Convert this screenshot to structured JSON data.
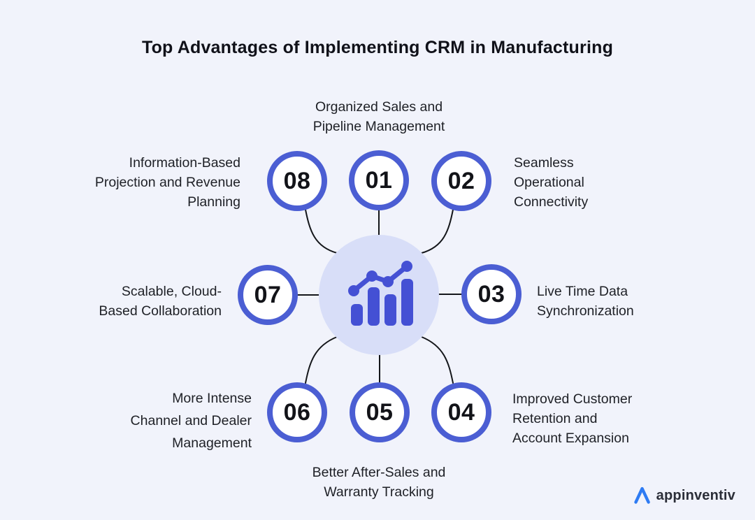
{
  "title": "Top Advantages of Implementing CRM in Manufacturing",
  "items": [
    {
      "number": "01",
      "label": "Organized Sales and\nPipeline Management"
    },
    {
      "number": "02",
      "label": "Seamless\nOperational\nConnectivity"
    },
    {
      "number": "03",
      "label": "Live Time Data\nSynchronization"
    },
    {
      "number": "04",
      "label": "Improved Customer\nRetention and\nAccount Expansion"
    },
    {
      "number": "05",
      "label": "Better After-Sales and\nWarranty Tracking"
    },
    {
      "number": "06",
      "label": "More Intense\nChannel and Dealer\nManagement"
    },
    {
      "number": "07",
      "label": "Scalable, Cloud-\nBased Collaboration"
    },
    {
      "number": "08",
      "label": "Information-Based\nProjection and Revenue\nPlanning"
    }
  ],
  "center_icon": "bar-chart-trend-icon",
  "logo": {
    "text": "appinventiv"
  },
  "colors": {
    "background": "#f1f3fb",
    "circle_border": "#4b5ed3",
    "circle_fill": "#ffffff",
    "center_circle_fill": "#d8def8",
    "icon_blue": "#4450d4",
    "connector": "#14161a",
    "title_text": "#101119",
    "label_text": "#1e2026",
    "logo_blue": "#2e7bf3",
    "logo_text": "#2b2e38"
  }
}
